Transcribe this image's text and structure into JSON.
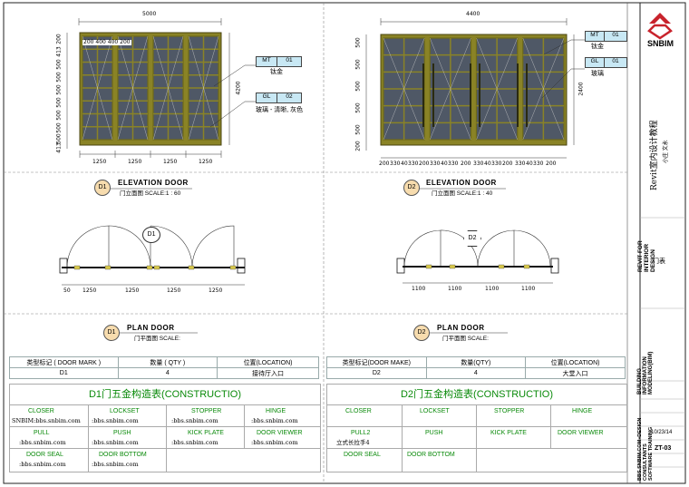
{
  "elevation_d1": {
    "overall_width": "5000",
    "height_dim": "4200",
    "bottom_dims": [
      "1250",
      "1250",
      "1250",
      "1250"
    ],
    "top_small_dims": [
      "200",
      "400",
      "400",
      "200"
    ],
    "left_dims": [
      "413",
      "500",
      "500",
      "500",
      "500",
      "500",
      "500",
      "500",
      "413",
      "200"
    ],
    "mt_code": "MT",
    "mt_num": "01",
    "mt_desc": "钛金",
    "gl_code": "GL",
    "gl_num": "02",
    "gl_desc": "玻璃 - 清晰, 灰色",
    "mark": "D1",
    "title": "ELEVATION DOOR",
    "subtitle": "门立面图 SCALE:1 : 60"
  },
  "elevation_d2": {
    "overall_width": "4400",
    "height_dim": "2400",
    "bottom_dims": [
      "200",
      "330",
      "40",
      "330",
      "200",
      "330",
      "40",
      "330",
      "200",
      "330",
      "40",
      "330",
      "200",
      "330",
      "40",
      "330",
      "200"
    ],
    "left_dims": [
      "500",
      "500",
      "500",
      "500",
      "500",
      "200"
    ],
    "mt_code": "MT",
    "mt_num": "01",
    "mt_desc": "钛金",
    "gl_code": "GL",
    "gl_num": "01",
    "gl_desc": "玻璃",
    "mark": "D2",
    "title": "ELEVATION DOOR",
    "subtitle": "门立面图 SCALE:1 : 40"
  },
  "plan_d1": {
    "tag": "D1",
    "dims": [
      "50",
      "1250",
      "1250",
      "1250",
      "1250"
    ],
    "mark": "D1",
    "title": "PLAN DOOR",
    "subtitle": "门平面图 SCALE:"
  },
  "plan_d2": {
    "tag": "D2",
    "dims": [
      "1100",
      "1100",
      "1100",
      "1100"
    ],
    "mark": "D2",
    "title": "PLAN DOOR",
    "subtitle": "门平面图 SCALE:"
  },
  "schedule_d1": {
    "headers": [
      "类型标记 ( DOOR MARK )",
      "数量 ( QTY )",
      "位置(LOCATION)"
    ],
    "values": [
      "D1",
      "4",
      "接待厅入口"
    ]
  },
  "schedule_d2": {
    "headers": [
      "类型标记(DOOR MAKE)",
      "数量(QTY)",
      "位置(LOCATION)"
    ],
    "values": [
      "D2",
      "4",
      "大堂入口"
    ]
  },
  "hardware_d1": {
    "title": "D1门五金构造表(CONSTRUCTIO)",
    "row1_labels": [
      "CLOSER",
      "LOCKSET",
      "STOPPER",
      "HINGE"
    ],
    "row1_values": [
      "SNBIM:bbs.snbim.com",
      ":bbs.snbim.com",
      ":bbs.snbim.com",
      ":bbs.snbim.com"
    ],
    "row2_labels": [
      "PULL",
      "PUSH",
      "KICK PLATE",
      "DOOR VIEWER"
    ],
    "row2_values": [
      ":bbs.snbim.com",
      ":bbs.snbim.com",
      ":bbs.snbim.com",
      ":bbs.snbim.com"
    ],
    "row3_labels": [
      "DOOR SEAL",
      "DOOR BOTTOM"
    ],
    "row3_values": [
      ":bbs.snbim.com",
      ":bbs.snbim.com"
    ]
  },
  "hardware_d2": {
    "title": "D2门五金构造表(CONSTRUCTIO)",
    "row1_labels": [
      "CLOSER",
      "LOCKSET",
      "STOPPER",
      "HINGE"
    ],
    "row2_labels": [
      "PULL2",
      "PUSH",
      "KICK PLATE",
      "DOOR VIEWER"
    ],
    "row2_values": [
      "立式长拉手4",
      "",
      "",
      ""
    ],
    "row3_labels": [
      "DOOR SEAL",
      "DOOR BOTTOM"
    ]
  },
  "title_block": {
    "logo_text": "SNBIM",
    "vertical_title": "Revit室内设计教程",
    "vertical_sub": "小庄 文永",
    "sidebar_main": "REVIT FOR INTERIOR DESIGN",
    "sidebar_sub": "BUILDING INFORMATION MODELING(BIM)",
    "sidebar_bottom": "BBS.SNBIM.COM»DESIGN CONSULTANTS  SOFTWARE TRAINING",
    "sheet_name": "门表",
    "sheet_number": "ZT-03",
    "date": "10/23/14"
  },
  "colors": {
    "frame": "#8a8326",
    "frame_dark": "#6f6a18",
    "glass": "#4f5866",
    "tag_fill": "#c8e8f4",
    "mark_fill": "#f7dcae",
    "accent_green": "#0a8a0a",
    "logo_red": "#c8232c"
  }
}
